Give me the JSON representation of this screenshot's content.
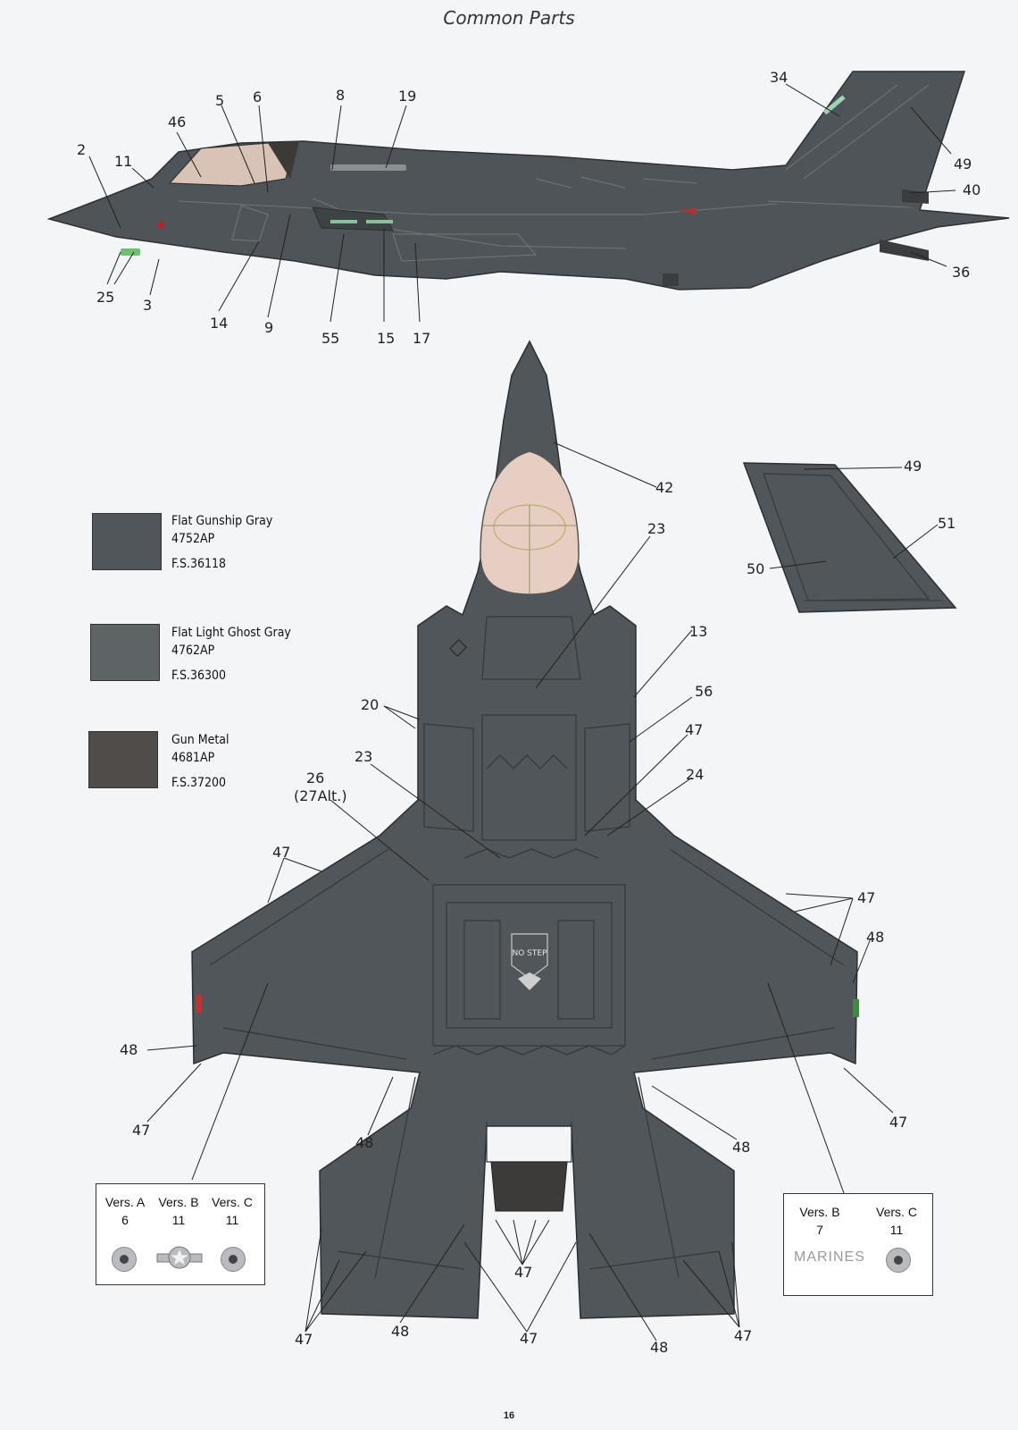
{
  "title": "Common Parts",
  "page_number": "16",
  "colors": {
    "flat_gunship_gray": "#50565a",
    "flat_light_ghost_gray": "#5e6366",
    "gun_metal": "#4f4c4a",
    "canopy": "#e6cfc2",
    "paper": "#f4f5f7",
    "panel_lines": "#3a3e41"
  },
  "swatches": [
    {
      "name": "Flat Gunship Gray",
      "code": "4752AP",
      "fs": "F.S.36118",
      "color": "#50565a"
    },
    {
      "name": "Flat Light Ghost Gray",
      "code": "4762AP",
      "fs": "F.S.36300",
      "color": "#5e6366"
    },
    {
      "name": "Gun Metal",
      "code": "4681AP",
      "fs": "F.S.37200",
      "color": "#4f4c4a"
    }
  ],
  "side_view_callouts": [
    "2",
    "11",
    "46",
    "5",
    "6",
    "8",
    "19",
    "34",
    "49",
    "40",
    "36",
    "25",
    "3",
    "14",
    "9",
    "55",
    "15",
    "17"
  ],
  "top_view_callouts": [
    "42",
    "23",
    "13",
    "56",
    "20",
    "47",
    "23",
    "24",
    "26",
    "(27Alt.)",
    "47",
    "47",
    "48",
    "48",
    "47",
    "48",
    "47",
    "48",
    "47",
    "47",
    "48",
    "47",
    "48",
    "47"
  ],
  "tail_callouts": [
    "49",
    "51",
    "50"
  ],
  "stencils": {
    "no_step": "NO STEP"
  },
  "version_box_left": [
    {
      "label": "Vers. A",
      "value": "6",
      "insignia": "roundel-icon"
    },
    {
      "label": "Vers. B",
      "value": "11",
      "insignia": "star-bar-insignia-icon"
    },
    {
      "label": "Vers. C",
      "value": "11",
      "insignia": "roundel-icon"
    }
  ],
  "version_box_right": [
    {
      "label": "Vers. B",
      "value": "7",
      "marking": "MARINES"
    },
    {
      "label": "Vers. C",
      "value": "11",
      "insignia": "roundel-icon"
    }
  ]
}
